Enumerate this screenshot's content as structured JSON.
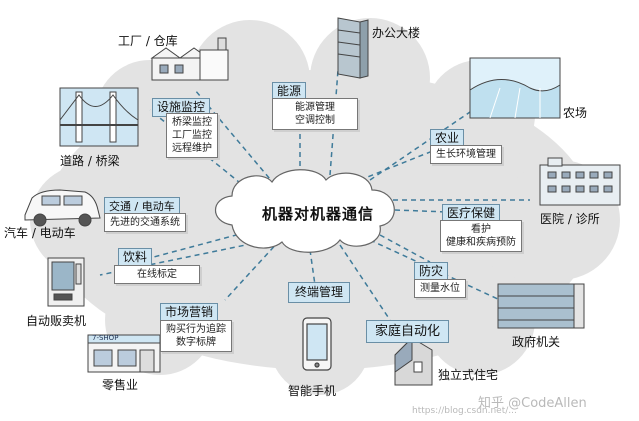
{
  "center": {
    "label": "机器对机器通信"
  },
  "nodes": {
    "factory": {
      "label": "工厂 / 仓库"
    },
    "office": {
      "label": "办公大楼"
    },
    "farm": {
      "label": "农场"
    },
    "hospital": {
      "label": "医院 / 诊所"
    },
    "government": {
      "label": "政府机关"
    },
    "house": {
      "label": "独立式住宅"
    },
    "phone": {
      "label": "智能手机"
    },
    "retail": {
      "label": "零售业"
    },
    "vending": {
      "label": "自动贩卖机"
    },
    "car": {
      "label": "汽车 / 电动车"
    },
    "road": {
      "label": "道路 / 桥梁"
    }
  },
  "panels": {
    "facility": {
      "title": "设施监控",
      "lines": [
        "桥梁监控",
        "工厂监控",
        "远程维护"
      ]
    },
    "energy": {
      "title": "能源",
      "lines": [
        "能源管理",
        "空调控制"
      ]
    },
    "agri": {
      "title": "农业",
      "lines": [
        "生长环境管理"
      ]
    },
    "medical": {
      "title": "医疗保健",
      "lines": [
        "看护",
        "健康和疾病预防"
      ]
    },
    "disaster": {
      "title": "防灾",
      "lines": [
        "测量水位"
      ]
    },
    "home": {
      "title": "家庭自动化",
      "lines": []
    },
    "terminal": {
      "title": "终端管理",
      "lines": []
    },
    "marketing": {
      "title": "市场营销",
      "lines": [
        "购买行为追踪",
        "数字标牌"
      ]
    },
    "drinks": {
      "title": "饮料",
      "lines": [
        "在线标定"
      ]
    },
    "traffic": {
      "title": "交通 / 电动车",
      "lines": [
        "先进的交通系统"
      ]
    }
  },
  "store_sign": "7-SHOP",
  "watermarks": [
    "知乎 @CodeAllen",
    "https://blog.csdn.net/..."
  ],
  "colors": {
    "cloud": "#e3e3e3",
    "center_cloud": "#ffffff",
    "tag": "#cfe6f3",
    "line": "#3f7b9a"
  }
}
